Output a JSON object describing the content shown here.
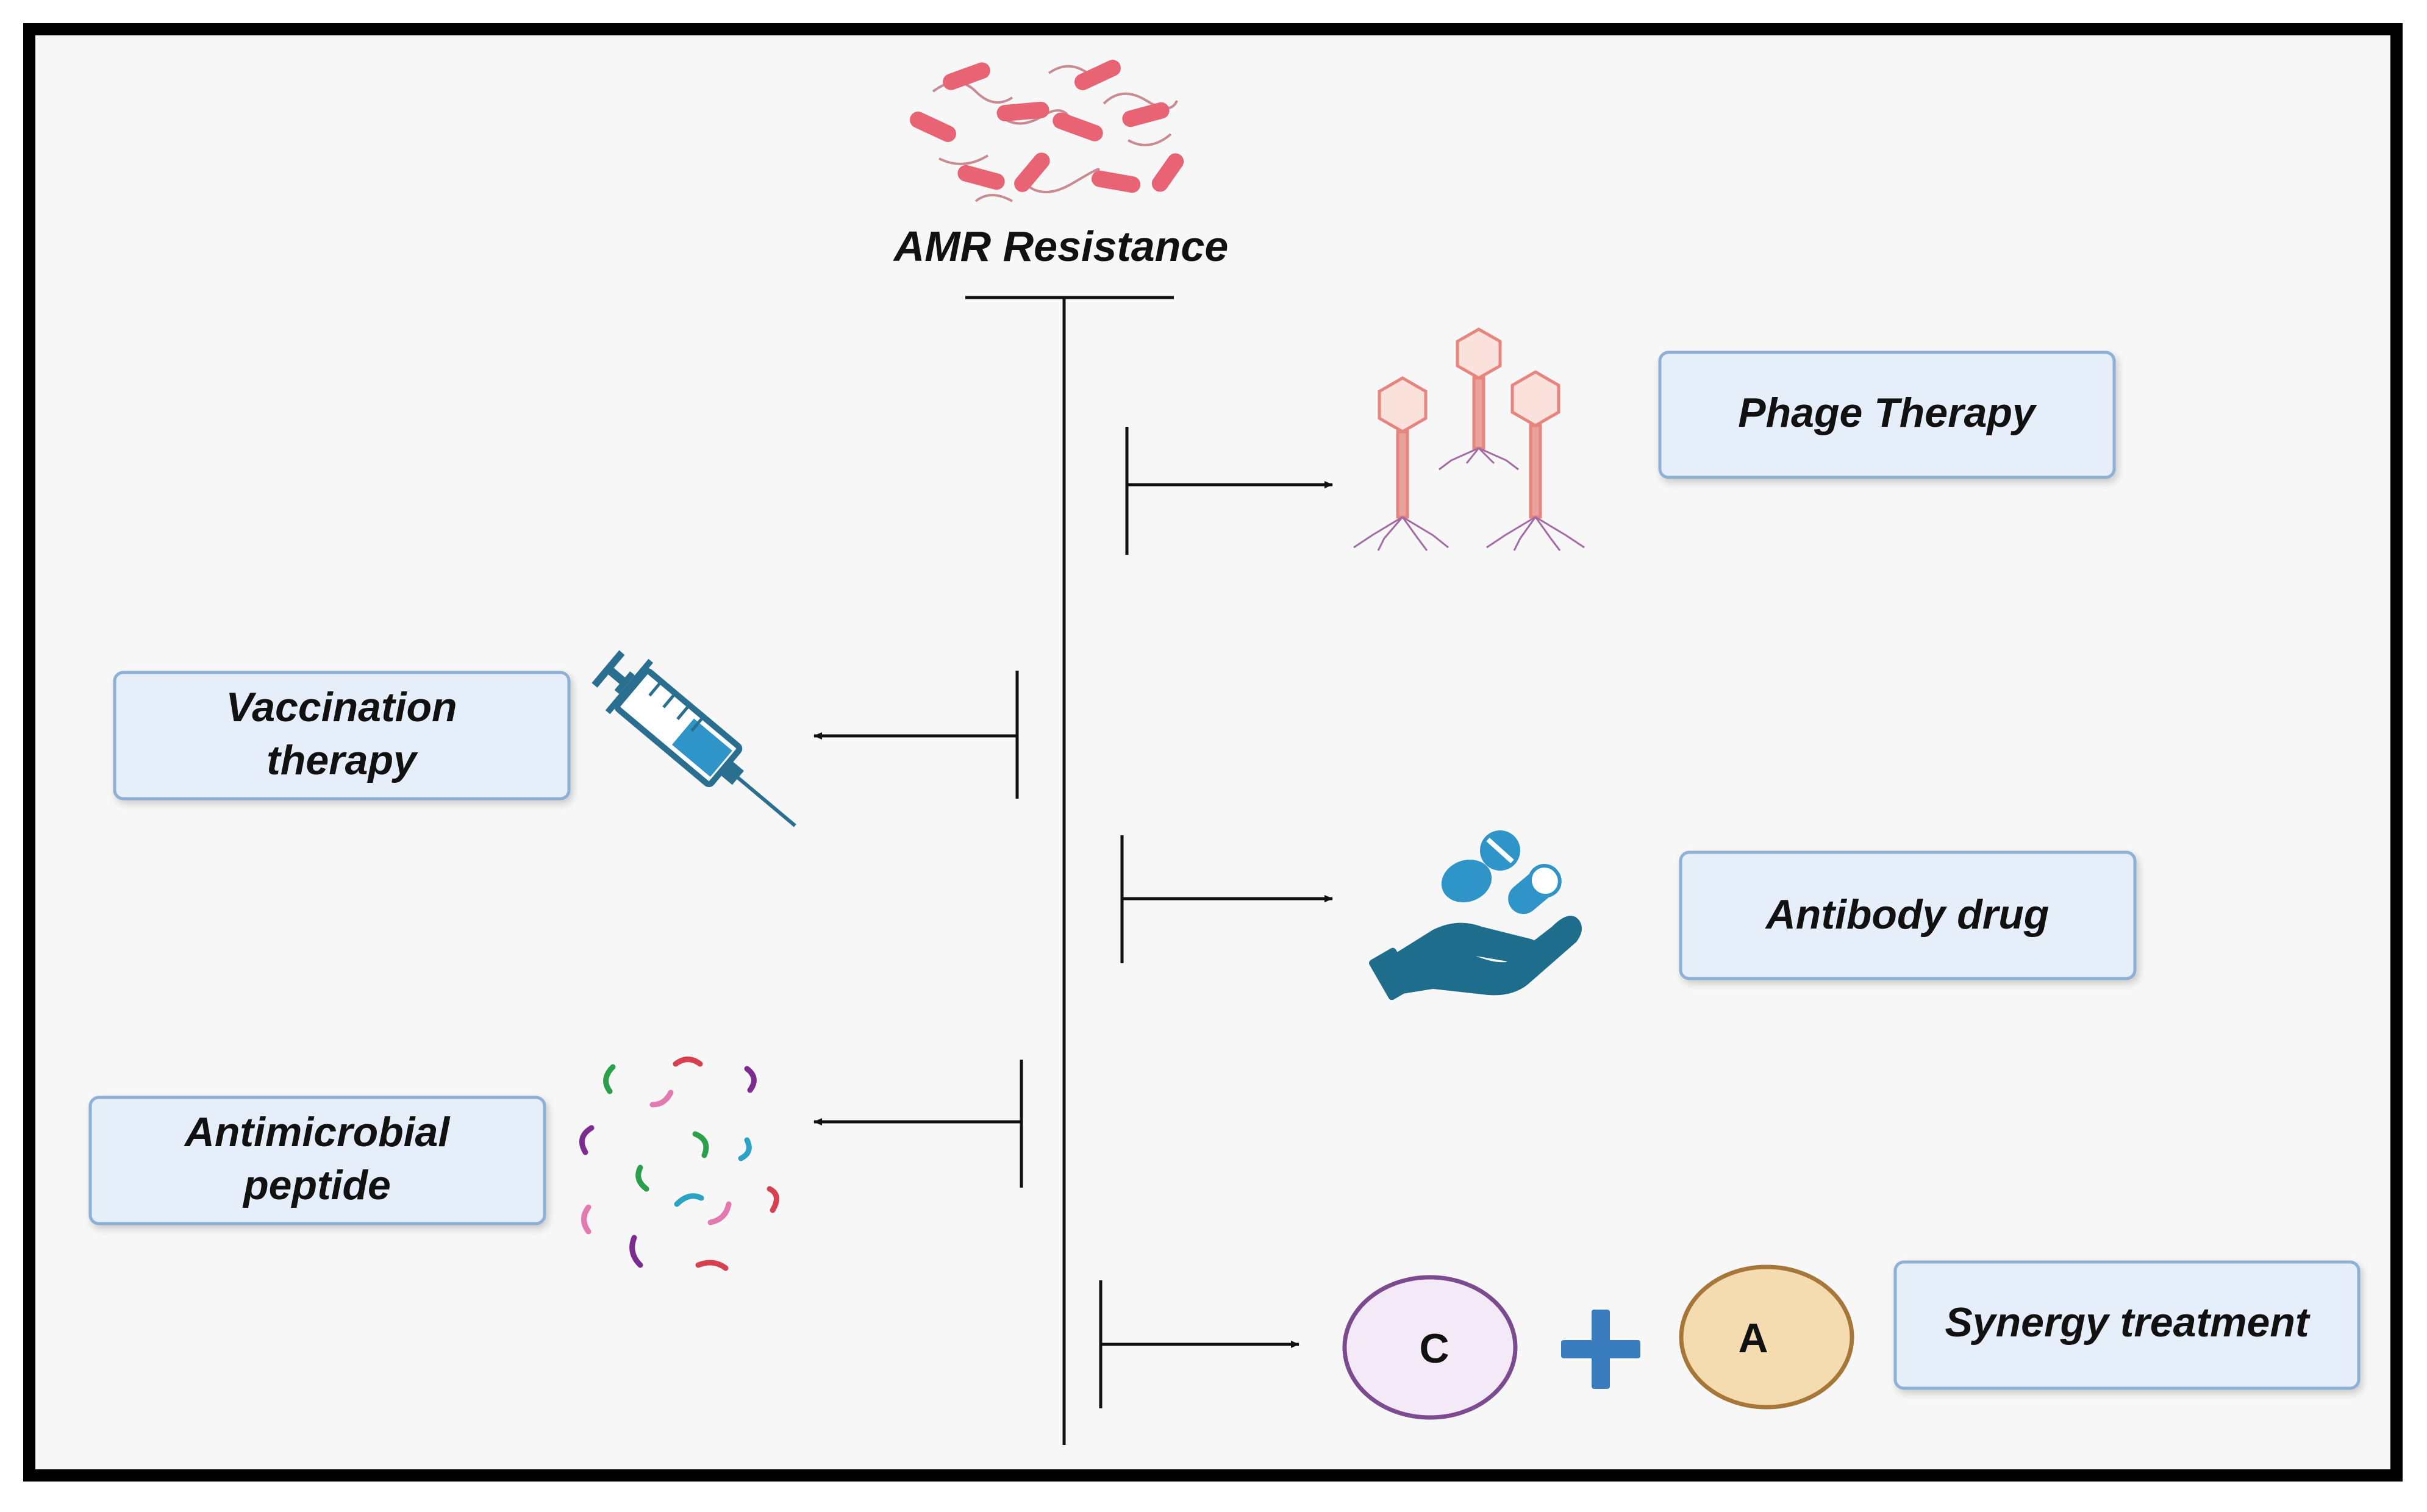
{
  "title": "AMR Resistance",
  "therapies": {
    "phage": "Phage Therapy",
    "vaccination_line1": "Vaccination",
    "vaccination_line2": "therapy",
    "antibody": "Antibody drug",
    "amp_line1": "Antimicrobial",
    "amp_line2": "peptide",
    "synergy": "Synergy treatment"
  },
  "synergy_parts": {
    "left": "C",
    "right": "A"
  },
  "icons": {
    "bacteria": "bacteria-cluster-icon",
    "phage": "bacteriophage-icon",
    "syringe": "syringe-icon",
    "pills": "hand-with-pills-icon",
    "peptides": "peptide-fragments-icon"
  },
  "colors": {
    "frame": "#000000",
    "panel": "#f7f7f7",
    "box_fill": "#e6eff9",
    "box_stroke": "#8fb0d6",
    "bacteria": "#e86373",
    "phage": "#e8847e",
    "syringe": "#2a6f8f",
    "hand": "#1f6d8c",
    "pill": "#2f95c9",
    "plus": "#3a7dbf",
    "c_circle_fill": "#f4e9f7",
    "c_circle_stroke": "#7b4a8f",
    "a_circle_fill": "#f4dcb0",
    "a_circle_stroke": "#a7773a"
  }
}
